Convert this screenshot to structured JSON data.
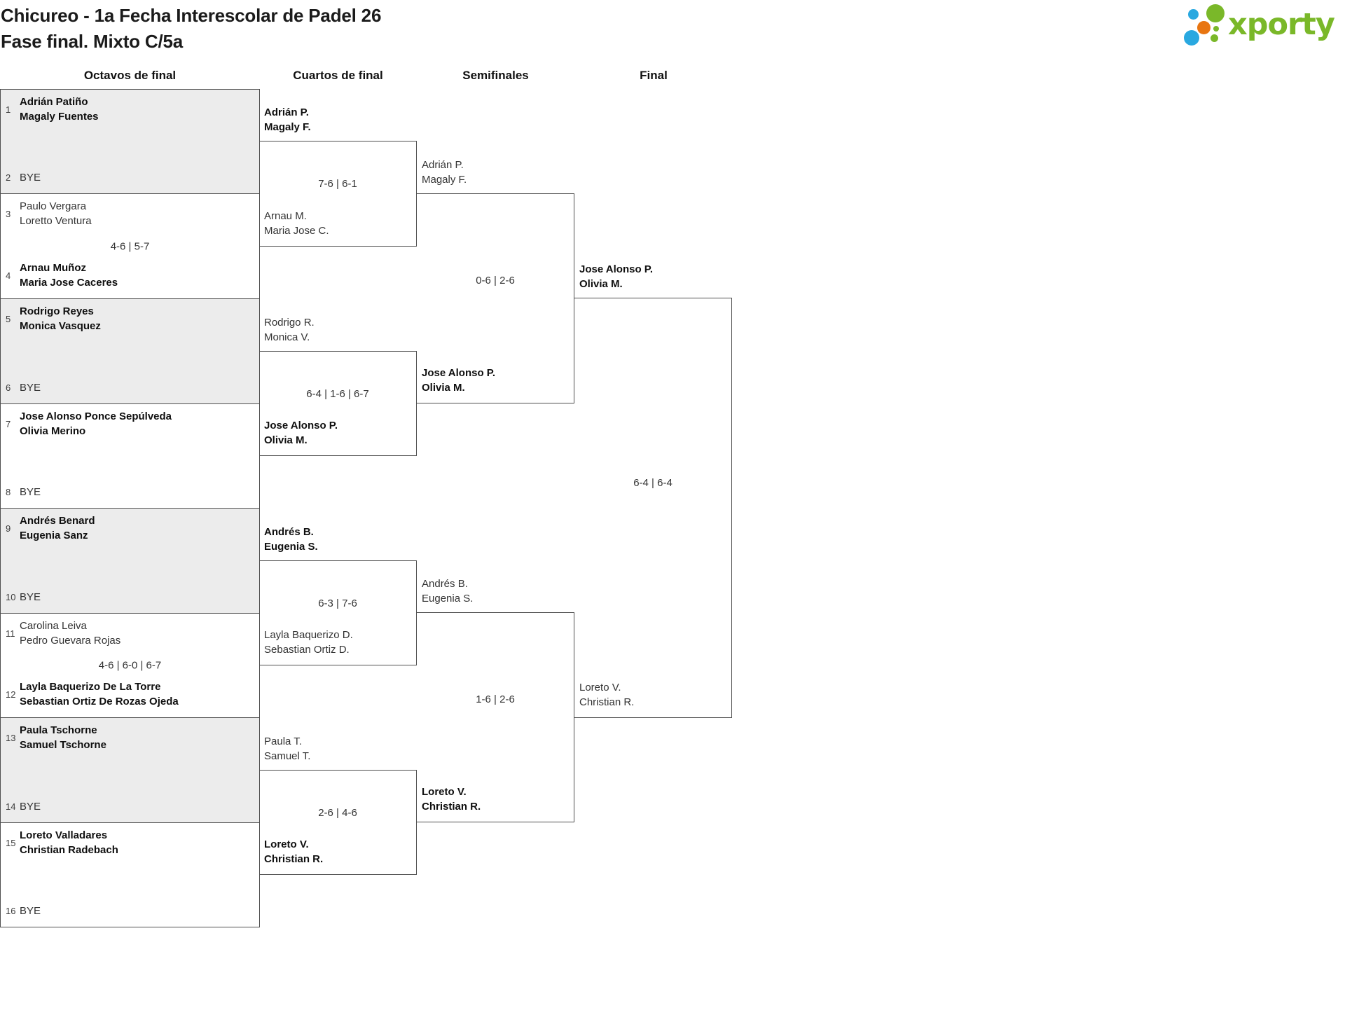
{
  "header": {
    "title_line1": "Chicureo - 1a Fecha Interescolar de Padel 26",
    "title_line2": "Fase final. Mixto C/5a"
  },
  "logo": {
    "text": "xporty",
    "green": "#7ab829",
    "blue": "#29a8e0",
    "orange": "#e87511"
  },
  "columns": {
    "r16": "Octavos de final",
    "qf": "Cuartos de final",
    "sf": "Semifinales",
    "final": "Final"
  },
  "r16": [
    {
      "seed_top": "1",
      "top1": "Adrián Patiño",
      "top2": "Magaly Fuentes",
      "top_winner": true,
      "seed_bottom": "2",
      "bottom1": "BYE",
      "bottom_winner": false,
      "score": ""
    },
    {
      "seed_top": "3",
      "top1": "Paulo Vergara",
      "top2": "Loretto Ventura",
      "top_winner": false,
      "seed_bottom": "4",
      "bottom1": "Arnau Muñoz",
      "bottom2": "Maria Jose Caceres",
      "bottom_winner": true,
      "score": "4-6 | 5-7"
    },
    {
      "seed_top": "5",
      "top1": "Rodrigo Reyes",
      "top2": "Monica Vasquez",
      "top_winner": true,
      "seed_bottom": "6",
      "bottom1": "BYE",
      "bottom_winner": false,
      "score": ""
    },
    {
      "seed_top": "7",
      "top1": "Jose Alonso Ponce Sepúlveda",
      "top2": "Olivia Merino",
      "top_winner": true,
      "seed_bottom": "8",
      "bottom1": "BYE",
      "bottom_winner": false,
      "score": ""
    },
    {
      "seed_top": "9",
      "top1": "Andrés Benard",
      "top2": "Eugenia Sanz",
      "top_winner": true,
      "seed_bottom": "10",
      "bottom1": "BYE",
      "bottom_winner": false,
      "score": ""
    },
    {
      "seed_top": "11",
      "top1": "Carolina Leiva",
      "top2": "Pedro Guevara Rojas",
      "top_winner": false,
      "seed_bottom": "12",
      "bottom1": "Layla Baquerizo De La Torre",
      "bottom2": "Sebastian Ortiz De Rozas Ojeda",
      "bottom_winner": true,
      "score": "4-6 | 6-0 | 6-7"
    },
    {
      "seed_top": "13",
      "top1": "Paula Tschorne",
      "top2": "Samuel Tschorne",
      "top_winner": true,
      "seed_bottom": "14",
      "bottom1": "BYE",
      "bottom_winner": false,
      "score": ""
    },
    {
      "seed_top": "15",
      "top1": "Loreto Valladares",
      "top2": "Christian Radebach",
      "top_winner": true,
      "seed_bottom": "16",
      "bottom1": "BYE",
      "bottom_winner": false,
      "score": ""
    }
  ],
  "qf": [
    {
      "top1": "Adrián P.",
      "top2": "Magaly F.",
      "top_winner": true,
      "bottom1": "Arnau M.",
      "bottom2": "Maria Jose C.",
      "bottom_winner": false,
      "score": "7-6 | 6-1"
    },
    {
      "top1": "Rodrigo R.",
      "top2": "Monica V.",
      "top_winner": false,
      "bottom1": "Jose Alonso P.",
      "bottom2": "Olivia M.",
      "bottom_winner": true,
      "score": "6-4 | 1-6 | 6-7"
    },
    {
      "top1": "Andrés B.",
      "top2": "Eugenia S.",
      "top_winner": true,
      "bottom1": "Layla Baquerizo D.",
      "bottom2": "Sebastian Ortiz D.",
      "bottom_winner": false,
      "score": "6-3 | 7-6"
    },
    {
      "top1": "Paula T.",
      "top2": "Samuel T.",
      "top_winner": false,
      "bottom1": "Loreto V.",
      "bottom2": "Christian R.",
      "bottom_winner": true,
      "score": "2-6 | 4-6"
    }
  ],
  "sf": [
    {
      "top1": "Adrián P.",
      "top2": "Magaly F.",
      "top_winner": false,
      "bottom1": "Jose Alonso P.",
      "bottom2": "Olivia M.",
      "bottom_winner": true,
      "score": "0-6 | 2-6"
    },
    {
      "top1": "Andrés B.",
      "top2": "Eugenia S.",
      "top_winner": false,
      "bottom1": "Loreto V.",
      "bottom2": "Christian R.",
      "bottom_winner": true,
      "score": "1-6 | 2-6"
    }
  ],
  "final": {
    "top1": "Jose Alonso P.",
    "top2": "Olivia M.",
    "top_winner": true,
    "bottom1": "Loreto V.",
    "bottom2": "Christian R.",
    "bottom_winner": false,
    "score": "6-4 | 6-4"
  }
}
